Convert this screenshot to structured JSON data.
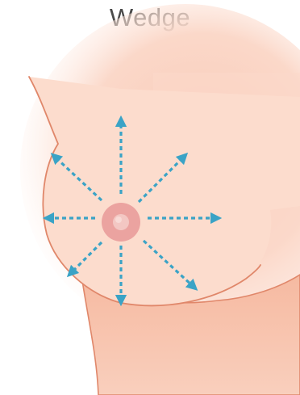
{
  "title": "Wedge",
  "colors": {
    "skin_light": "#fde8de",
    "skin_mid": "#f9cfbd",
    "skin_shadow": "#f2b49c",
    "outline": "#e0876a",
    "areola": "#eba3a0",
    "nipple": "#f3c7c3",
    "arrow": "#3aa3c6"
  },
  "icons": {
    "arrow_style": "dashed-arrow",
    "directions": [
      "up",
      "up-right",
      "right",
      "down-right",
      "down",
      "down-left",
      "left",
      "up-left"
    ]
  }
}
